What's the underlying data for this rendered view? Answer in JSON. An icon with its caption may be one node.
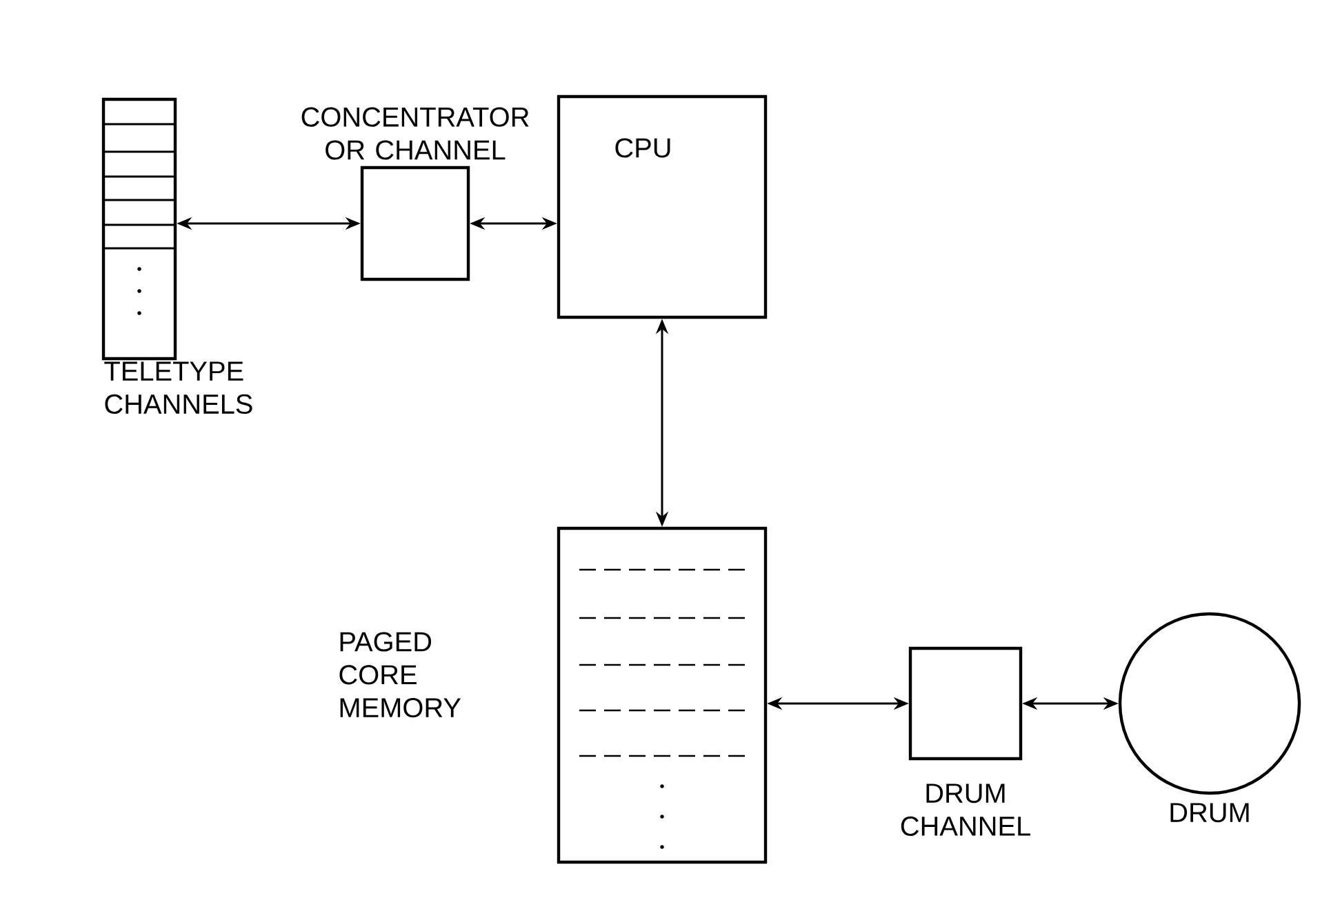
{
  "diagram": {
    "nodes": [
      {
        "text": [
          "TELETYPE CHANNELS"
        ]
      },
      {
        "text": [
          "CONCENTRATOR OR CHANNEL"
        ]
      },
      {
        "text": [
          "CPU"
        ]
      },
      {
        "text": [
          "PAGED CORE MEMORY"
        ]
      },
      {
        "text": [
          "DRUM CHANNEL"
        ]
      },
      {
        "text": [
          "DRUM"
        ]
      }
    ],
    "edges": [
      {
        "from": 0,
        "to": 1,
        "arrow": "both"
      },
      {
        "from": 1,
        "to": 2,
        "arrow": "both"
      },
      {
        "from": 2,
        "to": 3,
        "arrow": "both"
      },
      {
        "from": 3,
        "to": 4,
        "arrow": "both"
      },
      {
        "from": 4,
        "to": 5,
        "arrow": "both"
      }
    ]
  }
}
